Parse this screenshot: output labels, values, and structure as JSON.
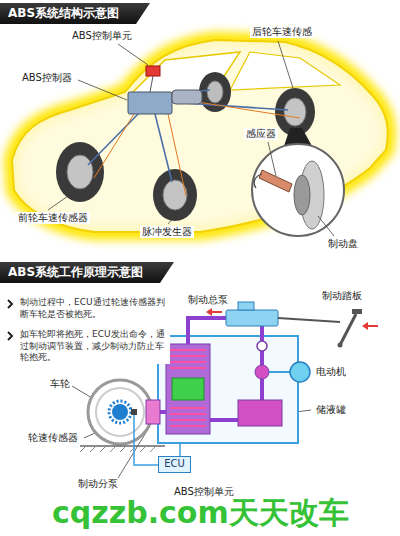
{
  "diagram": {
    "nodes": [
      {
        "text": [
          "ABS系统结构示意图"
        ]
      },
      {
        "text": [
          "ABS系统工作原理示意图"
        ]
      },
      {
        "text": [
          "ECU"
        ]
      }
    ],
    "labels": [
      "ABS控制单元",
      "后轮车速传感",
      "ABS控制器",
      "感应器",
      "前轮车速传感器",
      "脉冲发生器",
      "制动盘",
      "制动过程中，ECU通过轮速传感器判断车轮是否被抱死。",
      "如车轮即将抱死，ECU发出命令，通过制动调节装置，减少制动力防止车轮抱死。",
      "制动总泵",
      "制动踏板",
      "电动机",
      "储液罐",
      "车轮",
      "轮速传感器",
      "制动分泵",
      "ABS控制单元",
      "cqzzb.com天天改车"
    ]
  }
}
